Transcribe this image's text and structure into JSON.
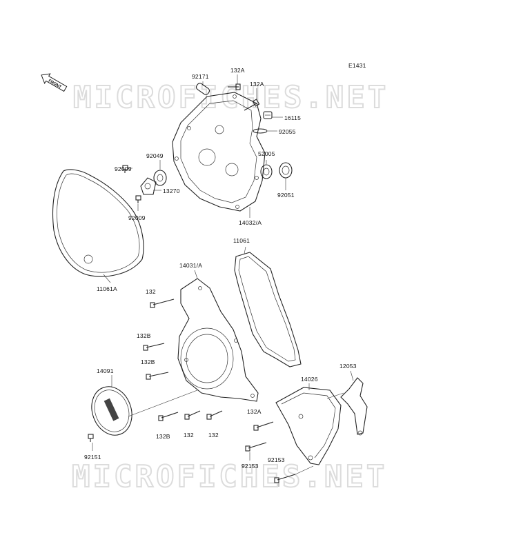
{
  "diagram_id": "E1431",
  "watermark": "MICROFICHES.NET",
  "front_label": "FRONT",
  "labels": {
    "p92171": "92171",
    "p132A_1": "132A",
    "p132A_2": "132A",
    "p16115": "16115",
    "p92055": "92055",
    "p52005": "52005",
    "p92049": "92049",
    "p92009_1": "92009",
    "p13270": "13270",
    "p92009_2": "92009",
    "p92051": "92051",
    "p14032A": "14032/A",
    "p11061": "11061",
    "p14031A": "14031/A",
    "p132_1": "132",
    "p11061A": "11061A",
    "p132B_1": "132B",
    "p132B_2": "132B",
    "p14091": "14091",
    "p12053": "12053",
    "p14026": "14026",
    "p132A_3": "132A",
    "p132B_3": "132B",
    "p132_2": "132",
    "p132_3": "132",
    "p92151": "92151",
    "p92153_1": "92153",
    "p92153_2": "92153"
  }
}
